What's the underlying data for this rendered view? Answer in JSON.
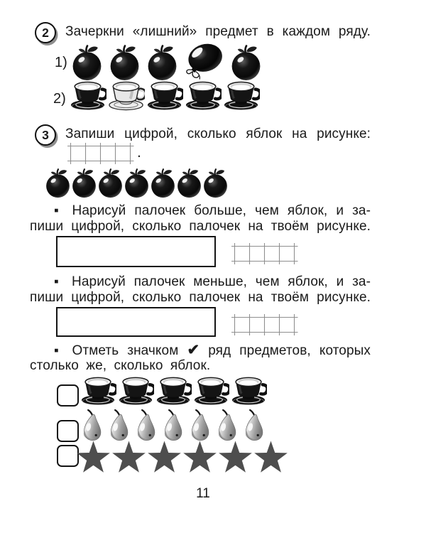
{
  "page": {
    "number": "11"
  },
  "exercise2": {
    "badge": "2",
    "title": "Зачеркни «лишний» предмет в каждом ряду.",
    "rows": [
      {
        "label": "1)",
        "icons": [
          "apple",
          "apple",
          "apple",
          "balloon",
          "apple"
        ]
      },
      {
        "label": "2)",
        "icons": [
          "cup-dark",
          "cup-light",
          "cup-dark",
          "cup-dark",
          "cup-dark"
        ]
      }
    ]
  },
  "exercise3": {
    "badge": "3",
    "title": "Запиши цифрой, сколько яблок на рисунке:",
    "after_grid": ".",
    "apples": {
      "icons": [
        "apple",
        "apple",
        "apple",
        "apple",
        "apple",
        "apple",
        "apple"
      ]
    },
    "task_more": {
      "line1": "▪  Нарисуй палочек больше, чем яблок, и за-",
      "line2": "пиши цифрой, сколько палочек на твоём рисунке."
    },
    "task_less": {
      "line1": "▪  Нарисуй палочек меньше, чем яблок, и за-",
      "line2": "пиши цифрой, сколько палочек на твоём рисунке."
    },
    "task_mark": {
      "line1_prefix": "▪  Отметь значком",
      "check": "✔",
      "line1_suffix": "ряд предметов, которых",
      "line2": "столько же, сколько яблок."
    },
    "choices": [
      {
        "icons": [
          "cup-dark",
          "cup-dark",
          "cup-dark",
          "cup-dark",
          "cup-dark"
        ]
      },
      {
        "icons": [
          "pear",
          "pear",
          "pear",
          "pear",
          "pear",
          "pear",
          "pear"
        ]
      },
      {
        "icons": [
          "star",
          "star",
          "star",
          "star",
          "star",
          "star"
        ]
      }
    ]
  },
  "colors": {
    "ink": "#1a1a1a",
    "grid_line": "#8f8f8f",
    "star_fill": "#4e4e4e"
  }
}
